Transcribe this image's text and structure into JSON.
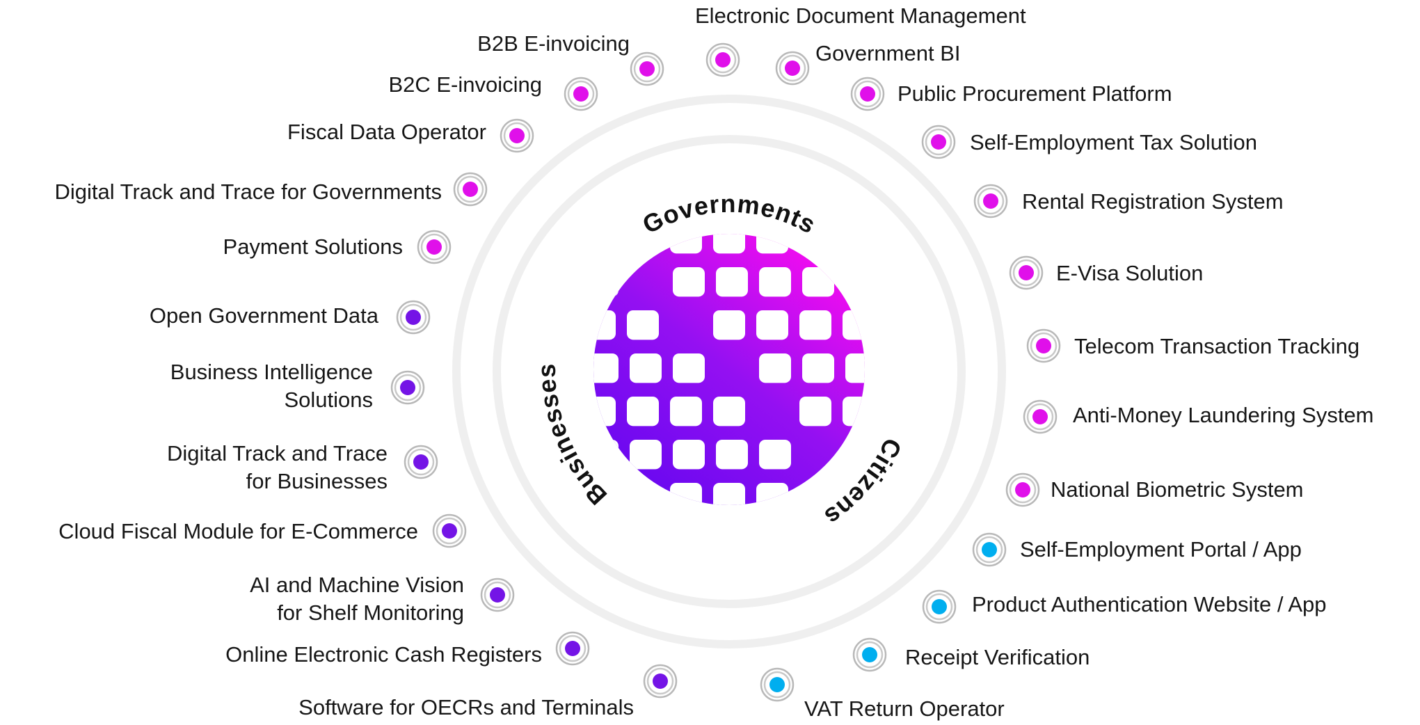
{
  "colors": {
    "governments": "#e010ea",
    "businesses": "#7414e6",
    "citizens": "#00aeef",
    "ring": "#efefef"
  },
  "segments": {
    "governments": "Governments",
    "businesses": "Businesses",
    "citizens": "Citizens"
  },
  "items": [
    {
      "lines": [
        "B2B E-invoicing"
      ],
      "group": "governments"
    },
    {
      "lines": [
        "B2C E-invoicing"
      ],
      "group": "governments"
    },
    {
      "lines": [
        "Fiscal Data Operator"
      ],
      "group": "governments"
    },
    {
      "lines": [
        "Digital Track and Trace for Governments"
      ],
      "group": "governments"
    },
    {
      "lines": [
        "Payment Solutions"
      ],
      "group": "governments"
    },
    {
      "lines": [
        "Open Government Data"
      ],
      "group": "businesses"
    },
    {
      "lines": [
        "Business Intelligence",
        "Solutions"
      ],
      "group": "businesses"
    },
    {
      "lines": [
        "Digital Track and Trace",
        "for Businesses"
      ],
      "group": "businesses"
    },
    {
      "lines": [
        "Cloud Fiscal Module for E-Commerce"
      ],
      "group": "businesses"
    },
    {
      "lines": [
        "AI and Machine Vision",
        "for Shelf Monitoring"
      ],
      "group": "businesses"
    },
    {
      "lines": [
        "Online Electronic Cash Registers"
      ],
      "group": "businesses"
    },
    {
      "lines": [
        "Software for OECRs and Terminals"
      ],
      "group": "businesses"
    },
    {
      "lines": [
        "Electronic Document Management"
      ],
      "group": "governments"
    },
    {
      "lines": [
        "Government BI"
      ],
      "group": "governments"
    },
    {
      "lines": [
        "Public Procurement Platform"
      ],
      "group": "governments"
    },
    {
      "lines": [
        "Self-Employment Tax Solution"
      ],
      "group": "governments"
    },
    {
      "lines": [
        "Rental Registration System"
      ],
      "group": "governments"
    },
    {
      "lines": [
        "E-Visa Solution"
      ],
      "group": "governments"
    },
    {
      "lines": [
        "Telecom Transaction Tracking"
      ],
      "group": "governments"
    },
    {
      "lines": [
        "Anti-Money Laundering System"
      ],
      "group": "governments"
    },
    {
      "lines": [
        "National Biometric System"
      ],
      "group": "governments"
    },
    {
      "lines": [
        "Self-Employment Portal / App"
      ],
      "group": "citizens"
    },
    {
      "lines": [
        "Product Authentication Website / App"
      ],
      "group": "citizens"
    },
    {
      "lines": [
        "Receipt Verification"
      ],
      "group": "citizens"
    },
    {
      "lines": [
        "VAT Return Operator"
      ],
      "group": "citizens"
    }
  ]
}
